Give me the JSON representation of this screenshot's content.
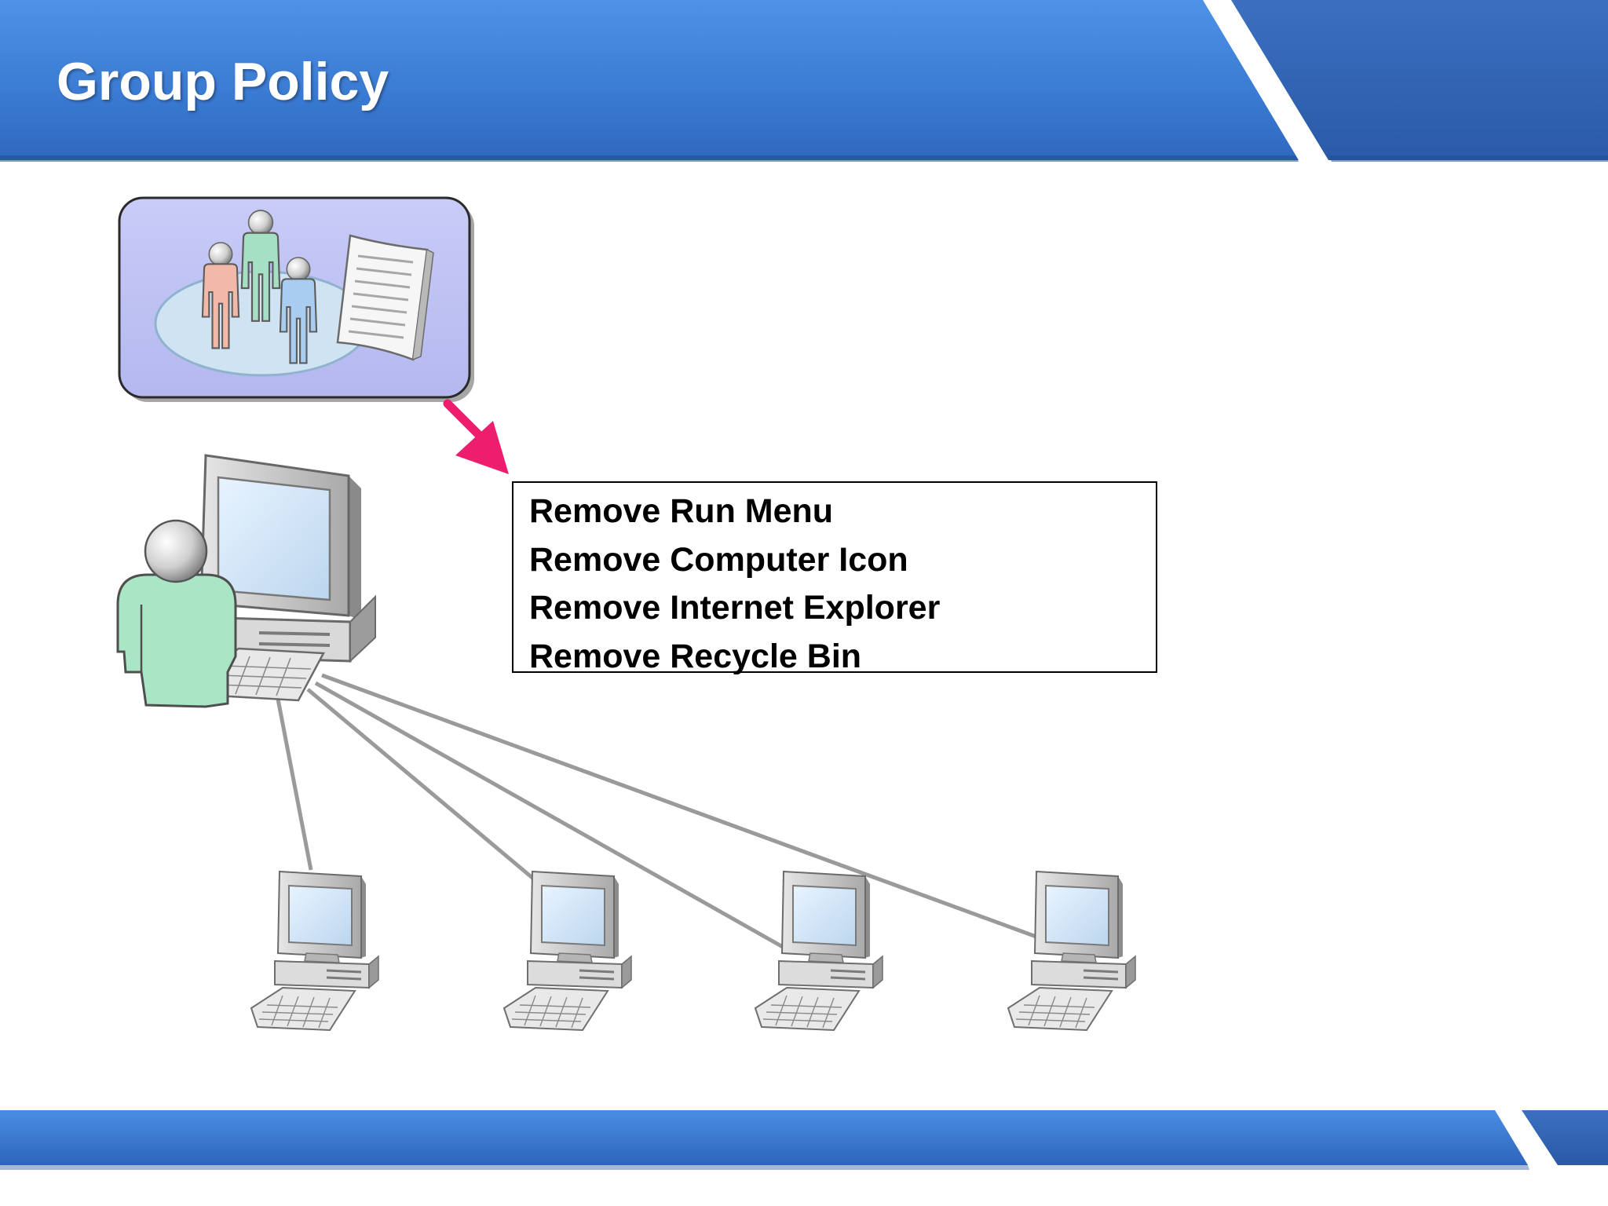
{
  "slide": {
    "title": "Group Policy"
  },
  "diagram": {
    "group_policy_object": {
      "icon": "group-policy-object-icon"
    },
    "server": {
      "icon": "server-with-admin-icon"
    },
    "client_computers": {
      "icon": "client-computer-icon",
      "count": 4
    },
    "policy_settings": [
      "Remove Run Menu",
      "Remove Computer Icon",
      "Remove Internet Explorer",
      "Remove Recycle Bin"
    ]
  },
  "colors": {
    "header_blue": "#3a7fd6",
    "header_dark_blue": "#2f66b3",
    "arrow_pink": "#ee1e6e",
    "gpo_box_fill": "#c3c6f3",
    "connector_gray": "#9a9a9a"
  }
}
